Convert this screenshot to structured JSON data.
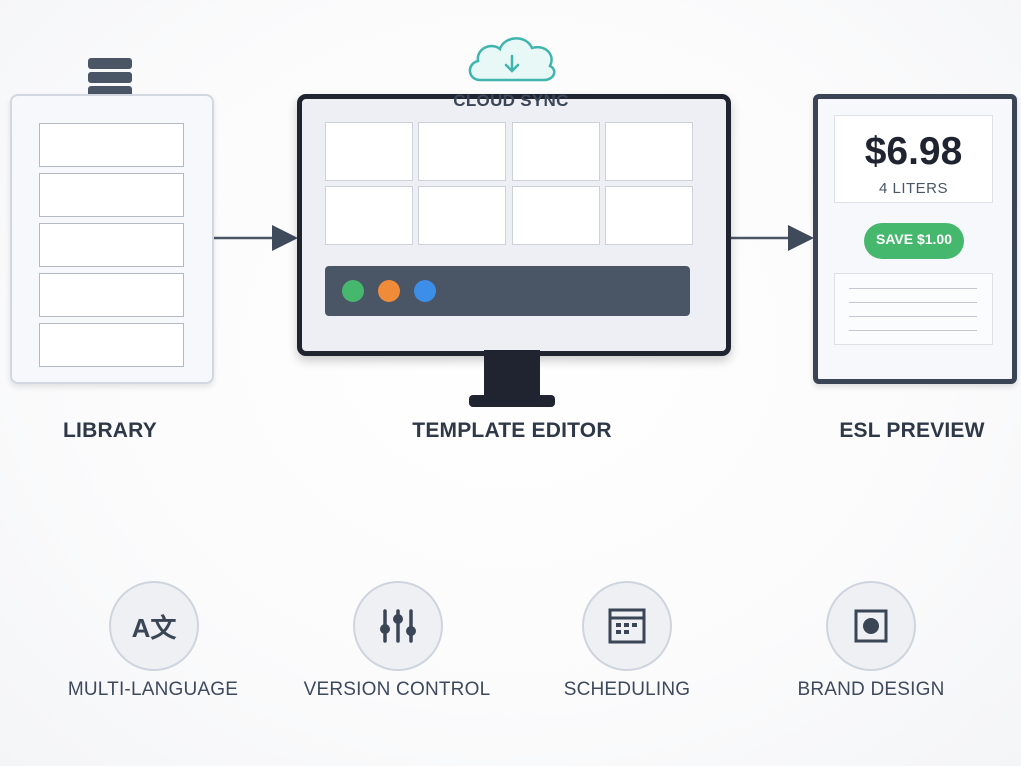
{
  "cloud": {
    "label": "CLOUD SYNC",
    "icon": "cloud-download-icon"
  },
  "sections": {
    "library": "LIBRARY",
    "editor": "TEMPLATE EDITOR",
    "esl": "ESL PREVIEW"
  },
  "esl": {
    "price": "$6.98",
    "unit": "4 LITERS",
    "save": "SAVE $1.00"
  },
  "editor": {
    "dot_colors": [
      "#46b86e",
      "#f08b3a",
      "#3c8ee8"
    ]
  },
  "features": [
    {
      "label": "MULTI-LANGUAGE",
      "glyph": "A文",
      "icon": "translate-icon"
    },
    {
      "label": "VERSION CONTROL",
      "icon": "sliders-icon"
    },
    {
      "label": "SCHEDULING",
      "icon": "calendar-icon"
    },
    {
      "label": "BRAND DESIGN",
      "icon": "brand-target-icon"
    }
  ],
  "colors": {
    "accent_green": "#46b86e",
    "dark": "#1f2430",
    "slate": "#4a5566",
    "cloud_teal": "#3fb5ae"
  }
}
